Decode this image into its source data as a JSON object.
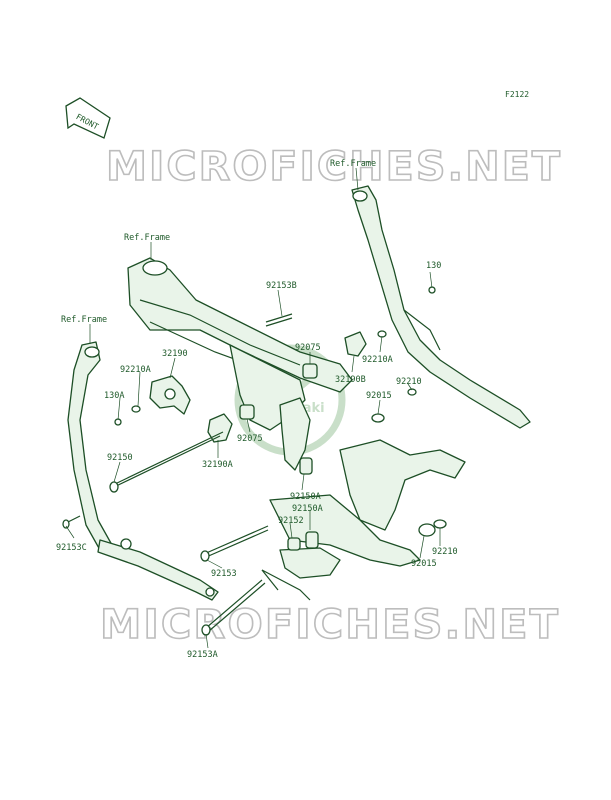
{
  "figure_id": "F2122",
  "front_label": "FRONT",
  "watermark_text": "MICROFICHES.NET",
  "logo_text": "Kawasaki",
  "ref_frame_label": "Ref.Frame",
  "parts": {
    "p130_top": "130",
    "p92153b": "92153B",
    "p92075_top": "92075",
    "p32190": "32190",
    "p92210a_top": "92210A",
    "p92210a_left": "92210A",
    "p32190b": "32190B",
    "p92210_right": "92210",
    "p130a": "130A",
    "p92015_right": "92015",
    "p92075_mid": "92075",
    "p92150": "92150",
    "p32190a": "32190A",
    "p92150a_1": "92150A",
    "p92150a_2": "92150A",
    "p92152": "92152",
    "p92153c": "92153C",
    "p92210_low": "92210",
    "p92153": "92153",
    "p92015_low": "92015",
    "p92153a": "92153A"
  },
  "colors": {
    "line": "#1d4f26",
    "fill": "#e9f4e9",
    "watermark": "#bdbdbd",
    "logo": "#c9dfc9"
  }
}
